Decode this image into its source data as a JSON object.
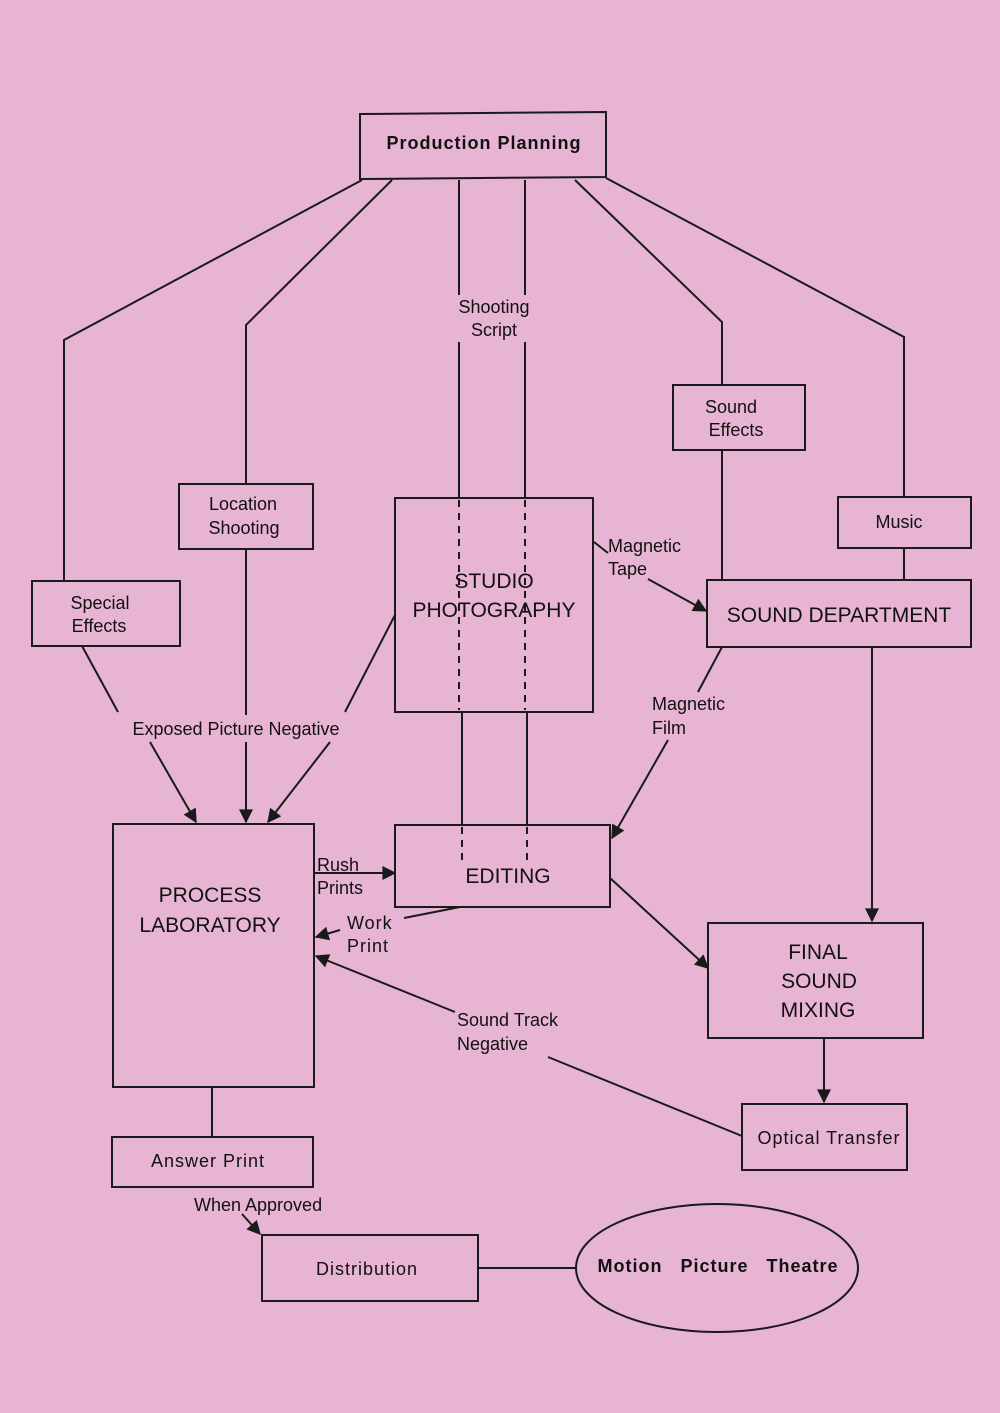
{
  "nodes": {
    "production_planning": "Production Planning",
    "sound_effects": [
      "Sound",
      "Effects"
    ],
    "location_shooting": [
      "Location",
      "Shooting"
    ],
    "music": "Music",
    "special_effects": [
      "Special",
      "Effects"
    ],
    "studio_photography": [
      "STUDIO",
      "PHOTOGRAPHY"
    ],
    "sound_department": "SOUND DEPARTMENT",
    "process_laboratory": [
      "PROCESS",
      "LABORATORY"
    ],
    "editing": "EDITING",
    "final_sound_mixing": [
      "FINAL",
      "SOUND",
      "MIXING"
    ],
    "optical_transfer": "Optical Transfer",
    "answer_print": "Answer  Print",
    "distribution": "Distribution",
    "motion_picture_theatre": "Motion   Picture   Theatre"
  },
  "labels": {
    "shooting_script": [
      "Shooting",
      "Script"
    ],
    "magnetic_tape": [
      "Magnetic",
      "Tape"
    ],
    "magnetic_film": [
      "Magnetic",
      "Film"
    ],
    "exposed_picture_negative": "Exposed Picture Negative",
    "rush_prints": [
      "Rush",
      "Prints"
    ],
    "work_print": [
      "Work",
      "Print"
    ],
    "sound_track_negative": [
      "Sound Track",
      "Negative"
    ],
    "when_approved": "When Approved"
  },
  "colors": {
    "background": "#e8b4d4",
    "ink": "#1a1a1a"
  }
}
